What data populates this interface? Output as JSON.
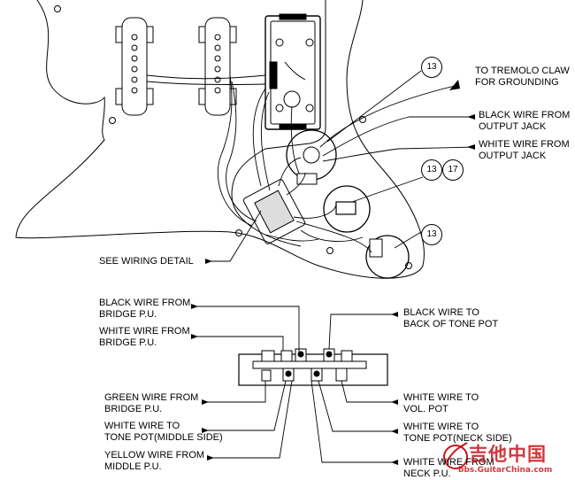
{
  "labels": {
    "tremolo": [
      "TO TREMOLO CLAW",
      "FOR GROUNDING"
    ],
    "black_output": [
      "BLACK WIRE FROM",
      "OUTPUT JACK"
    ],
    "white_output": [
      "WHITE WIRE FROM",
      "OUTPUT JACK"
    ],
    "see_detail": "SEE WIRING DETAIL",
    "black_bridge": [
      "BLACK WIRE FROM",
      "BRIDGE P.U."
    ],
    "white_bridge": [
      "WHITE WIRE FROM",
      "BRIDGE P.U."
    ],
    "green_bridge": [
      "GREEN WIRE FROM",
      "BRIDGE P.U."
    ],
    "white_tone_mid": [
      "WHITE WIRE TO",
      "TONE POT(MIDDLE SIDE)"
    ],
    "yellow_middle": [
      "YELLOW WIRE FROM",
      "MIDDLE P.U."
    ],
    "black_tone_back": [
      "BLACK WIRE TO",
      "BACK OF TONE POT"
    ],
    "white_vol": [
      "WHITE WIRE TO",
      "VOL. POT"
    ],
    "white_tone_neck": [
      "WHITE WIRE TO",
      "TONE POT(NECK SIDE)"
    ],
    "white_neck": [
      "WHITE WIRE FROM",
      "NECK P.U."
    ]
  },
  "callouts": {
    "c1": "13",
    "c2": "13",
    "c3": "17",
    "c4": "13"
  },
  "watermark": {
    "chinese": "吉他中国",
    "url": "bbs.GuitarChina.com"
  }
}
